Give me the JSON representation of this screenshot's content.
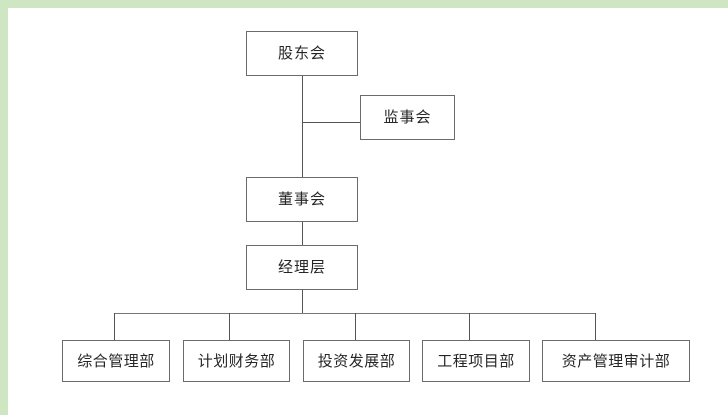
{
  "diagram": {
    "type": "organization-chart",
    "background_color": "#ffffff",
    "frame_color": "#cfe6c3",
    "box_border_color": "#6b6b6b",
    "connector_color": "#545454",
    "text_color": "#262626",
    "nodes": {
      "shareholders_meeting": "股东会",
      "board_of_supervisors": "监事会",
      "board_of_directors": "董事会",
      "management_layer": "经理层"
    },
    "departments": [
      {
        "label": "综合管理部"
      },
      {
        "label": "计划财务部"
      },
      {
        "label": "投资发展部"
      },
      {
        "label": "工程项目部"
      },
      {
        "label": "资产管理审计部"
      }
    ]
  }
}
